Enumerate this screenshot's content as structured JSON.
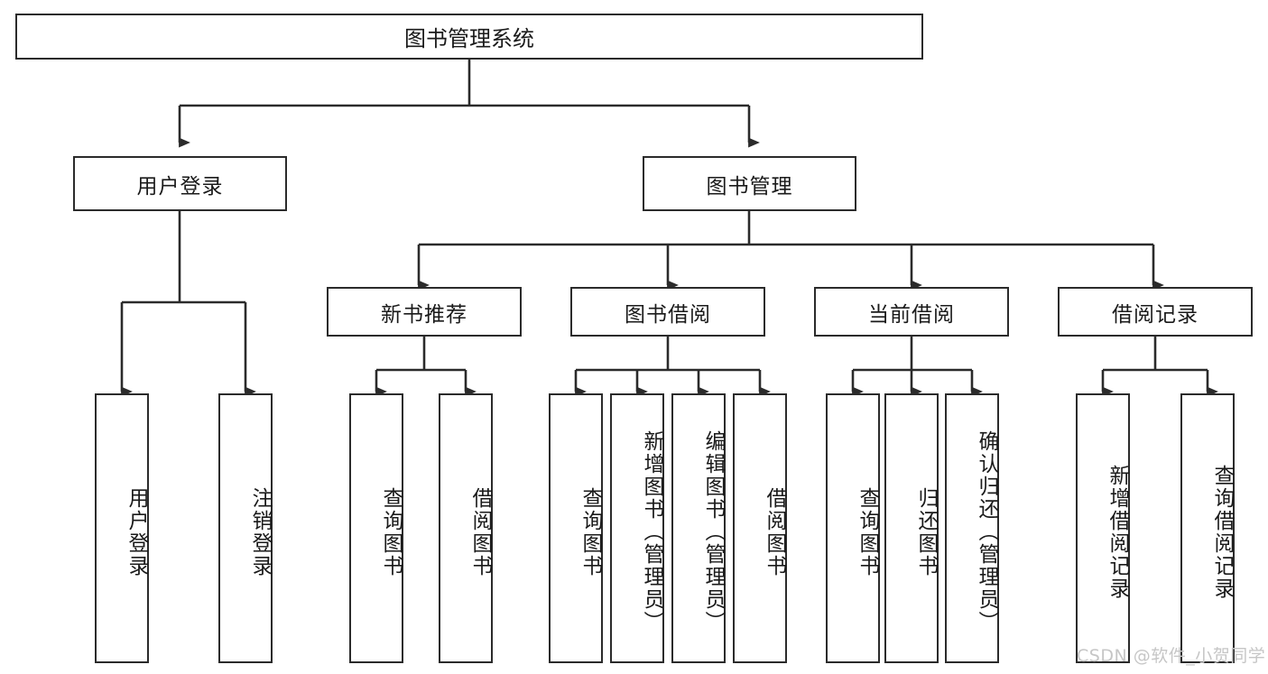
{
  "diagram": {
    "title": "图书管理系统",
    "type": "tree",
    "orientation": "top-down",
    "line_color": "#2b2b2b",
    "box_fill": "#ffffff",
    "text_color": "#1a1a1a"
  },
  "nodes": {
    "root": {
      "label": "图书管理系统",
      "level": 0
    },
    "level1": [
      {
        "id": "user_login",
        "label": "用户登录"
      },
      {
        "id": "book_manage",
        "label": "图书管理"
      }
    ],
    "level2": [
      {
        "id": "new_book_rec",
        "label": "新书推荐",
        "parent": "book_manage"
      },
      {
        "id": "book_borrow",
        "label": "图书借阅",
        "parent": "book_manage"
      },
      {
        "id": "current_borrow",
        "label": "当前借阅",
        "parent": "book_manage"
      },
      {
        "id": "borrow_record",
        "label": "借阅记录",
        "parent": "book_manage"
      }
    ],
    "leaves": {
      "user_login": [
        {
          "id": "leaf_user_login",
          "label": "用户登录"
        },
        {
          "id": "leaf_logout",
          "label": "注销登录"
        }
      ],
      "new_book_rec": [
        {
          "id": "leaf_query_book_1",
          "label": "查询图书"
        },
        {
          "id": "leaf_borrow_book_1",
          "label": "借阅图书"
        }
      ],
      "book_borrow": [
        {
          "id": "leaf_query_book_2",
          "label": "查询图书"
        },
        {
          "id": "leaf_add_book",
          "label": "新增图书（管理员）"
        },
        {
          "id": "leaf_edit_book",
          "label": "编辑图书（管理员）"
        },
        {
          "id": "leaf_borrow_book_2",
          "label": "借阅图书"
        }
      ],
      "current_borrow": [
        {
          "id": "leaf_query_book_3",
          "label": "查询图书"
        },
        {
          "id": "leaf_return_book",
          "label": "归还图书"
        },
        {
          "id": "leaf_confirm_return",
          "label": "确认归还（管理员）"
        }
      ],
      "borrow_record": [
        {
          "id": "leaf_add_record",
          "label": "新增借阅记录"
        },
        {
          "id": "leaf_query_record",
          "label": "查询借阅记录"
        }
      ]
    }
  },
  "watermark": {
    "text": "CSDN @软件_小贺同学"
  }
}
